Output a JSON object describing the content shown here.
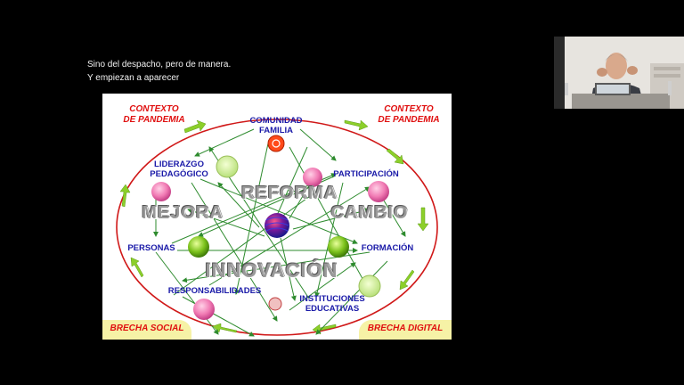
{
  "subtitles": {
    "line1": "Sino del despacho, pero de manera.",
    "line2": "Y empiezan a aparecer"
  },
  "slide": {
    "corner_labels": {
      "top_left": "CONTEXTO\nDE PANDEMIA",
      "top_right": "CONTEXTO\nDE PANDEMIA"
    },
    "nodes": {
      "comunidad": "COMUNIDAD\nFAMILIA",
      "liderazgo": "LIDERAZGO\nPEDAGÓGICO",
      "participacion": "PARTICIPACIÓN",
      "personas": "PERSONAS",
      "formacion": "FORMACIÓN",
      "responsabilidades": "RESPONSABILIDADES",
      "instituciones": "INSTITUCIONES\nEDUCATIVAS"
    },
    "big_words": {
      "reforma": "REFORMA",
      "mejora": "MEJORA",
      "cambio": "CAMBIO",
      "innovacion": "INNOVACIÓN"
    },
    "brechas": {
      "social": "BRECHA SOCIAL",
      "digital": "BRECHA DIGITAL"
    },
    "colors": {
      "node_text": "#1a1aa8",
      "red_text": "#e01010",
      "ellipse": "#d01818",
      "arrows": "#2e8b2e",
      "outer_arrows": "#8ccf2a",
      "brecha_bg": "#f6f2a6"
    }
  }
}
